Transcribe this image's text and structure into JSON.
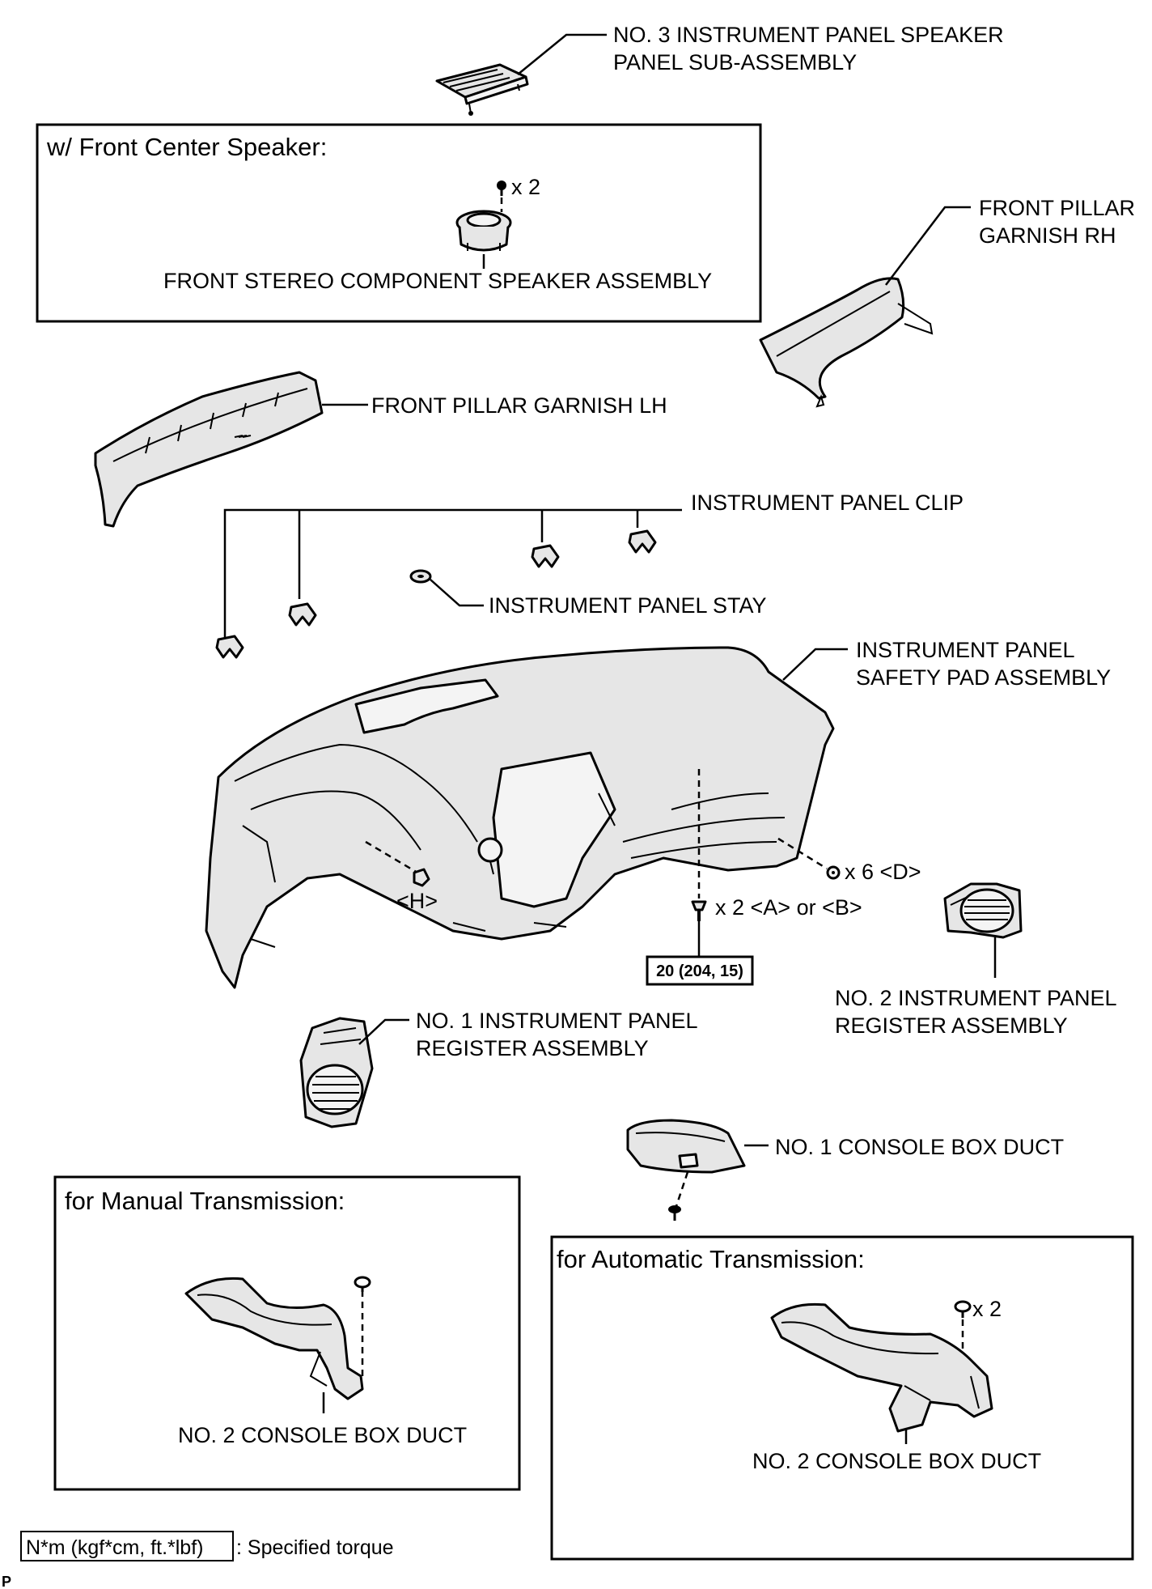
{
  "labels": {
    "speaker_panel": [
      "NO. 3 INSTRUMENT PANEL SPEAKER",
      "PANEL SUB-ASSEMBLY"
    ],
    "front_center_header": "w/ Front Center Speaker:",
    "speaker_qty": "x 2",
    "stereo_speaker": "FRONT STEREO COMPONENT SPEAKER ASSEMBLY",
    "pillar_rh": [
      "FRONT PILLAR",
      "GARNISH RH"
    ],
    "pillar_lh": "FRONT PILLAR GARNISH LH",
    "panel_clip": "INSTRUMENT PANEL CLIP",
    "panel_stay": "INSTRUMENT PANEL STAY",
    "safety_pad": [
      "INSTRUMENT PANEL",
      "SAFETY PAD ASSEMBLY"
    ],
    "bolt_d": "x 6 <D>",
    "bolt_h": "<H>",
    "bolt_ab": "x 2 <A> or <B>",
    "torque_value": "20 (204, 15)",
    "register_no2": [
      "NO. 2 INSTRUMENT PANEL",
      "REGISTER ASSEMBLY"
    ],
    "register_no1": [
      "NO. 1 INSTRUMENT PANEL",
      "REGISTER ASSEMBLY"
    ],
    "console_duct_no1": "NO. 1 CONSOLE BOX DUCT",
    "manual_header": "for Manual Transmission:",
    "console_duct_no2_manual": "NO. 2 CONSOLE BOX DUCT",
    "auto_header": "for Automatic Transmission:",
    "auto_qty": "x 2",
    "console_duct_no2_auto": "NO. 2 CONSOLE BOX DUCT"
  },
  "legend": {
    "torque_unit": "N*m (kgf*cm, ft.*lbf)",
    "torque_desc": ": Specified torque"
  },
  "corner_mark": "P"
}
